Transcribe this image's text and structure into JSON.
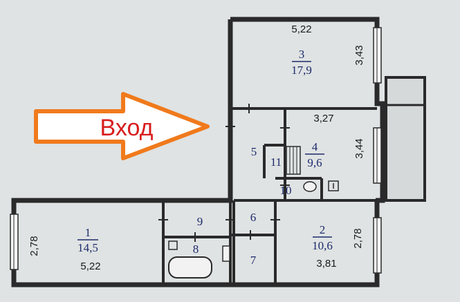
{
  "entrance_label": "Вход",
  "colors": {
    "arrow_fill": "#ffffff",
    "arrow_stroke": "#f07a1c",
    "entrance_text": "#d81e1e",
    "room_number": "#1e2a6b",
    "background": "#dfe3e3"
  },
  "rooms": [
    {
      "number": "1",
      "area": "14,5"
    },
    {
      "number": "2",
      "area": "10,6"
    },
    {
      "number": "3",
      "area": "17,9"
    },
    {
      "number": "4",
      "area": "9,6"
    },
    {
      "number": "5"
    },
    {
      "number": "6"
    },
    {
      "number": "7"
    },
    {
      "number": "8"
    },
    {
      "number": "9"
    },
    {
      "number": "10"
    },
    {
      "number": "11"
    }
  ],
  "dimensions": {
    "room3_width": "5,22",
    "room3_depth": "3,43",
    "room4_width": "3,27",
    "room4_depth": "3,44",
    "room1_depth": "2,78",
    "room1_width": "5,22",
    "room2_depth": "2,78",
    "room2_width": "3,81"
  }
}
